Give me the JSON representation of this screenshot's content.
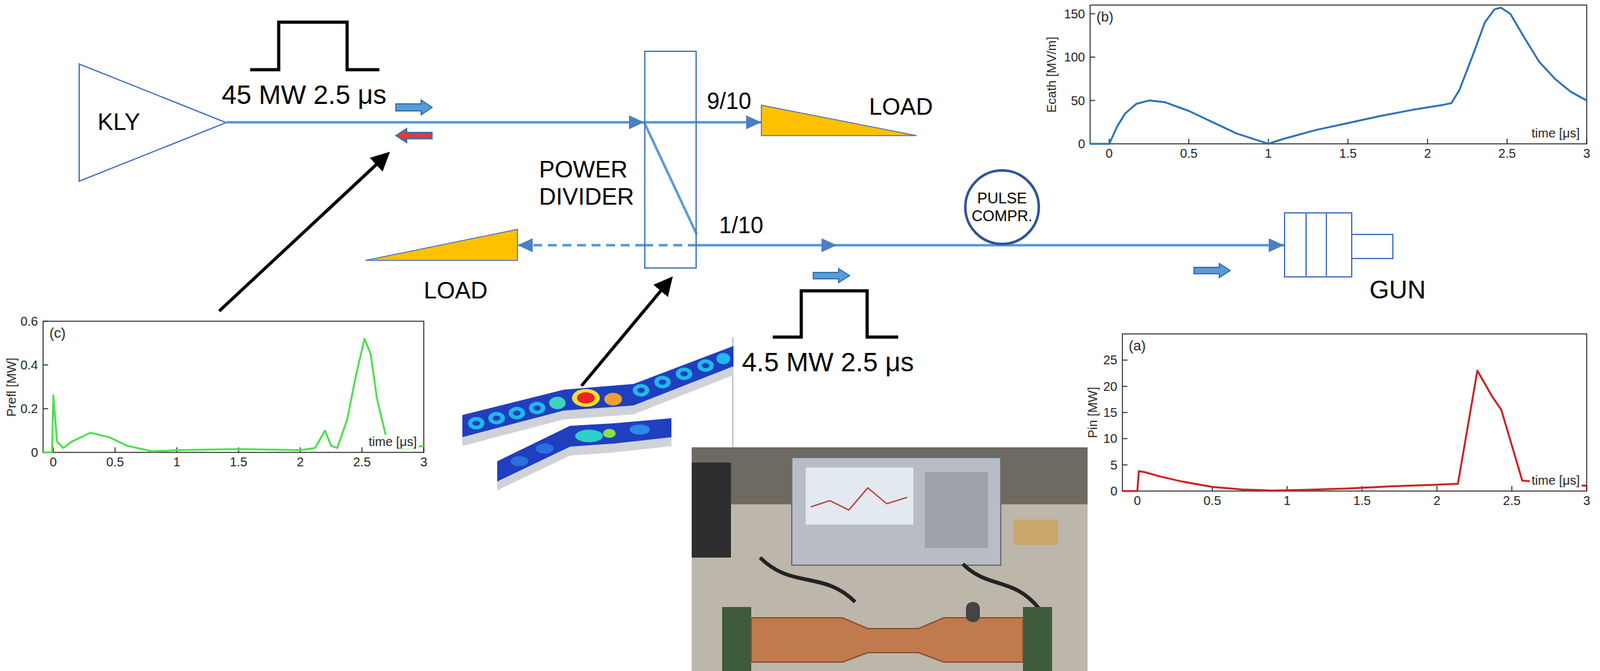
{
  "diagram": {
    "nodes": [
      {
        "text": [
          "KLY"
        ]
      },
      {
        "text": [
          "POWER DIVIDER"
        ]
      },
      {
        "text": [
          "LOAD"
        ]
      },
      {
        "text": [
          "LOAD"
        ]
      },
      {
        "text": [
          "PULSE COMPR."
        ]
      },
      {
        "text": [
          "GUN"
        ]
      }
    ],
    "edges": [
      {
        "from": 0,
        "to": 1,
        "arrow": "to"
      },
      {
        "from": 1,
        "to": 2,
        "label": "9/10",
        "arrow": "to"
      },
      {
        "from": 1,
        "to": 3,
        "arrow": "to"
      },
      {
        "from": 1,
        "to": 5,
        "label": "1/10",
        "arrow": "to"
      }
    ],
    "labels": [
      "45 MW 2.5 μs",
      "4.5 MW 2.5 μs",
      "(b)",
      "Ecath [MV/m]",
      "0",
      "50",
      "100",
      "150",
      "0",
      "0.5",
      "1",
      "1.5",
      "2",
      "2.5",
      "3",
      "time [μs]",
      "(c)",
      "Prefl [MW]",
      "0",
      "0.2",
      "0.4",
      "0.6",
      "0",
      "0.5",
      "1",
      "1.5",
      "2",
      "2.5",
      "3",
      "time [μs]",
      "(a)",
      "Pin [MW]",
      "0",
      "5",
      "10",
      "15",
      "20",
      "25",
      "0",
      "0.5",
      "1",
      "1.5",
      "2",
      "2.5",
      "3",
      "time [μs]"
    ]
  }
}
